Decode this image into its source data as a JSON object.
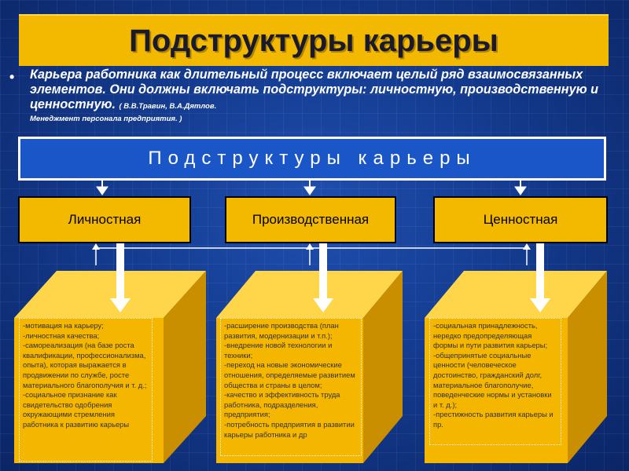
{
  "title": "Подструктуры карьеры",
  "intro": {
    "bullet": "•",
    "text": "Карьера работника как длительный процесс включает целый ряд взаимосвязанных элементов. Они должны включать подструктуры: личностную, производственную и ценностную.",
    "citation_authors": "( В.В.Травин, В.А.Дятлов.",
    "citation_source": "Менеджмент персонала предприятия. )"
  },
  "banner": "Подструктуры карьеры",
  "categories": [
    {
      "label": "Личностная",
      "items": [
        "-мотивация на карьеру;",
        "-личностная качества;",
        "-самореализация (на базе роста квалификации, профессионализма, опыта), которая выражается в продвижении по службе, росте материального благополучия и т. д.;",
        "-социальное признание как свидетельство одобрения окружающими стремления работника к развитию карьеры"
      ]
    },
    {
      "label": "Производственная",
      "items": [
        "-расширение производства (план развития, модернизации и т.п.);",
        "-внедрение новой технологии и техники;",
        "-переход на новые экономические отношения, определяемые развитием общества и страны в целом;",
        "-качество и эффективность труда работника, подразделения, предприятия;",
        "-потребность предприятия в развитии карьеры работника и др"
      ]
    },
    {
      "label": "Ценностная",
      "items": [
        "-социальная принадлежность, нередко предопределяющая формы и пути развития карьеры;",
        "-общепринятые социальные ценности (человеческое достоинство, гражданский долг, материальное благополучие, поведенческие нормы и установки и т. д.);",
        "-престижность развития карьеры и пр."
      ]
    }
  ]
}
